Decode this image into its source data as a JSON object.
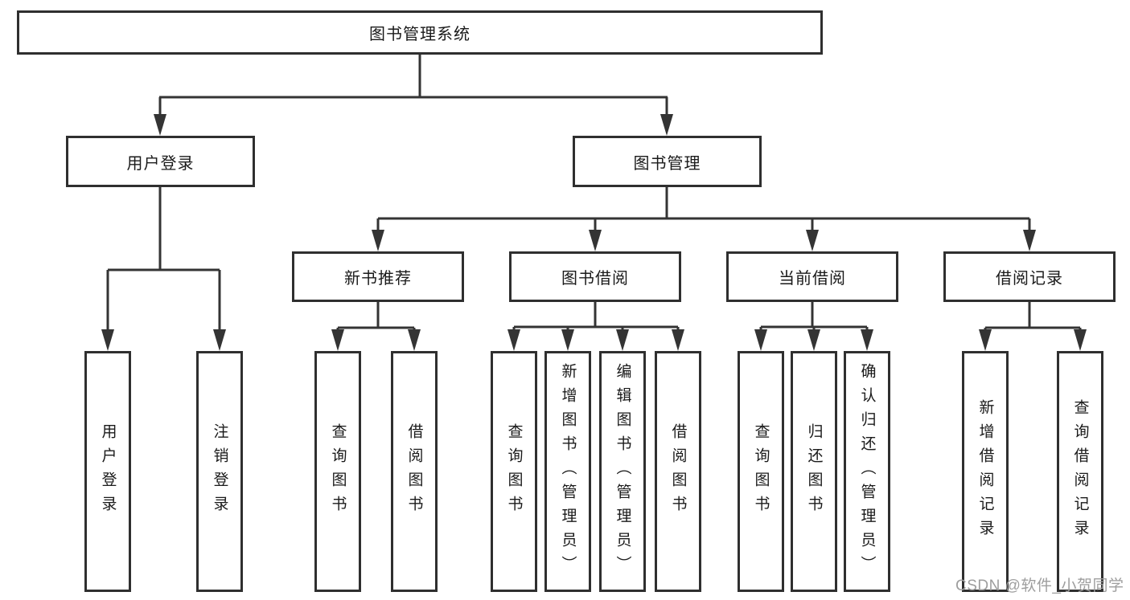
{
  "tree": {
    "root": "图书管理系统",
    "branches": [
      {
        "label": "用户登录",
        "children": [
          "用户登录",
          "注销登录"
        ]
      },
      {
        "label": "图书管理",
        "groups": [
          {
            "label": "新书推荐",
            "children": [
              "查询图书",
              "借阅图书"
            ]
          },
          {
            "label": "图书借阅",
            "children": [
              "查询图书",
              "新增图书（管理员）",
              "编辑图书（管理员）",
              "借阅图书"
            ]
          },
          {
            "label": "当前借阅",
            "children": [
              "查询图书",
              "归还图书",
              "确认归还（管理员）"
            ]
          },
          {
            "label": "借阅记录",
            "children": [
              "新增借阅记录",
              "查询借阅记录"
            ]
          }
        ]
      }
    ]
  },
  "watermark": "CSDN @软件_小贺同学",
  "colors": {
    "line": "#343434",
    "box_border": "#2f2f2f",
    "text": "#1a1a1a",
    "watermark": "#9e9e9e",
    "background": "#ffffff"
  }
}
